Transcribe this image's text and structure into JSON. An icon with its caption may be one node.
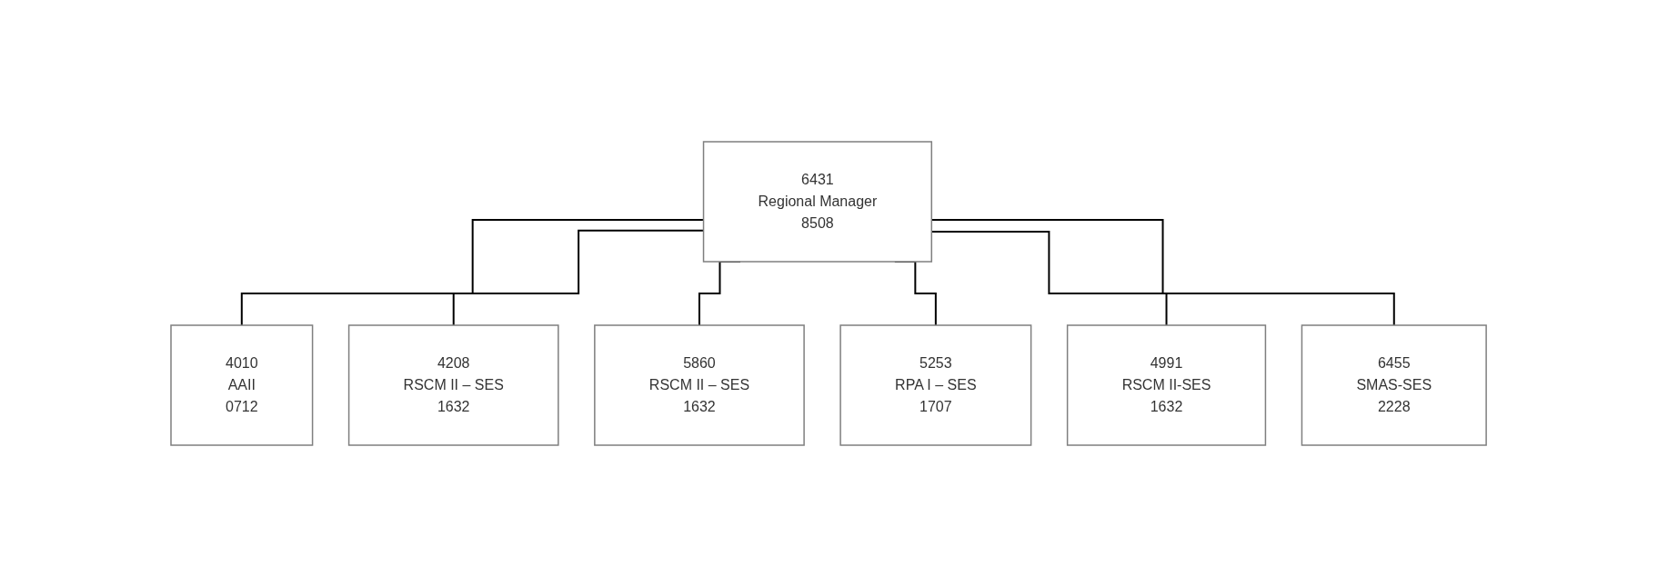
{
  "diagram": {
    "nodes": [
      {
        "text": [
          "6431",
          "Regional Manager",
          "8508"
        ]
      },
      {
        "text": [
          "4010",
          "AAII",
          "0712"
        ]
      },
      {
        "text": [
          "4208",
          "RSCM II – SES",
          "1632"
        ]
      },
      {
        "text": [
          "5860",
          "RSCM II – SES",
          "1632"
        ]
      },
      {
        "text": [
          "5253",
          "RPA I – SES",
          "1707"
        ]
      },
      {
        "text": [
          "4991",
          "RSCM II-SES",
          "1632"
        ]
      },
      {
        "text": [
          "6455",
          "SMAS-SES",
          "2228"
        ]
      }
    ],
    "edges": [
      {
        "from": 0,
        "to": 1,
        "arrow": "none"
      },
      {
        "from": 0,
        "to": 2,
        "arrow": "none"
      },
      {
        "from": 0,
        "to": 3,
        "arrow": "none"
      },
      {
        "from": 0,
        "to": 4,
        "arrow": "none"
      },
      {
        "from": 0,
        "to": 5,
        "arrow": "none"
      },
      {
        "from": 0,
        "to": 6,
        "arrow": "none"
      }
    ]
  }
}
